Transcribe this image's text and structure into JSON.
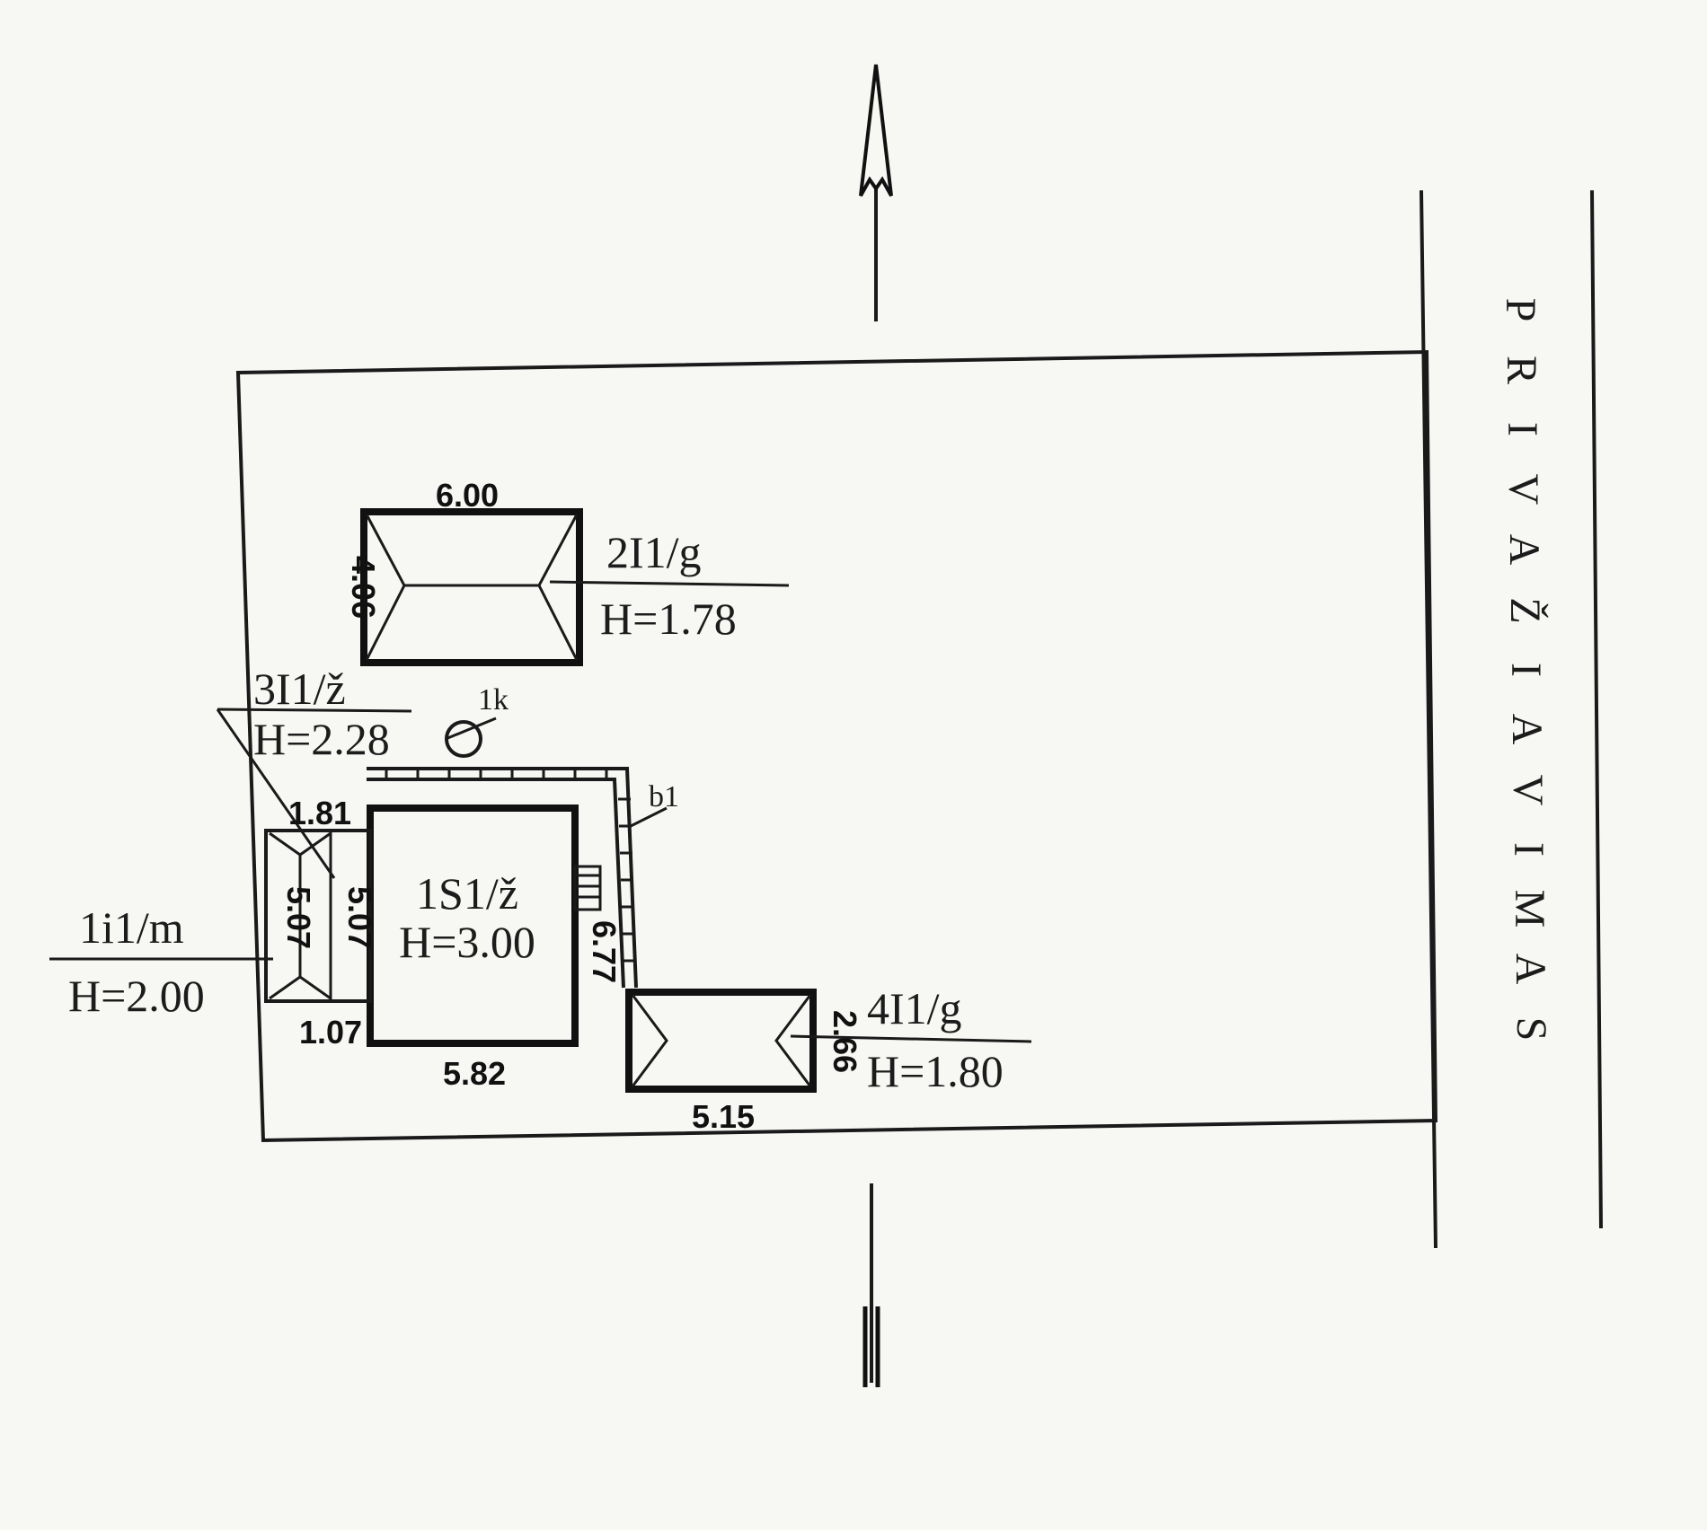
{
  "road": {
    "letters": [
      "P",
      "R",
      "I",
      "V",
      "A",
      "Ž",
      "I",
      "A",
      "V",
      "I",
      "M",
      "A",
      "S"
    ]
  },
  "buildings": {
    "b2": {
      "code": "2I1/g",
      "height": "H=1.78",
      "dim_top": "6.00",
      "dim_side": "4.06"
    },
    "b3": {
      "code": "3I1/ž",
      "height": "H=2.28"
    },
    "b1": {
      "code": "1S1/ž",
      "height": "H=3.00",
      "dim_bottom": "5.82",
      "dim_side": "6.77"
    },
    "ext": {
      "dim_top": "1.81",
      "dim_left": "5.07",
      "dim_right": "5.07",
      "dim_bottom": "1.07"
    },
    "b4": {
      "code": "4I1/g",
      "height": "H=1.80",
      "dim_bottom": "5.15",
      "dim_side": "2.66"
    },
    "i1": {
      "code": "1i1/m",
      "height": "H=2.00"
    }
  },
  "well": {
    "label": "1k"
  },
  "fence": {
    "label": "b1"
  }
}
